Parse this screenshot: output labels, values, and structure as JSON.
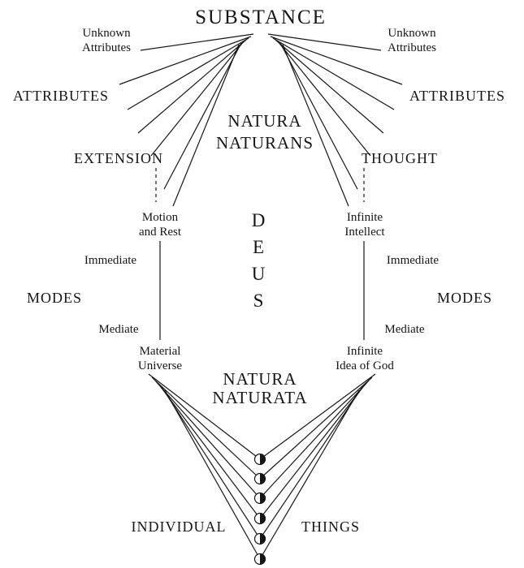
{
  "colors": {
    "ink": "#161616",
    "background": "#ffffff"
  },
  "diagram": {
    "substance": "SUBSTANCE",
    "natura_naturans": [
      "NATURA",
      "NATURANS"
    ],
    "natura_naturata": [
      "NATURA",
      "NATURATA"
    ],
    "deus": [
      "D",
      "E",
      "U",
      "S"
    ],
    "individual": "INDIVIDUAL",
    "things": "THINGS",
    "left": {
      "unknown_attributes": [
        "Unknown",
        "Attributes"
      ],
      "attributes": "ATTRIBUTES",
      "attribute_name": "EXTENSION",
      "infinite_mode_immediate": [
        "Motion",
        "and Rest"
      ],
      "immediate": "Immediate",
      "modes": "MODES",
      "mediate": "Mediate",
      "infinite_mode_mediate": [
        "Material",
        "Universe"
      ]
    },
    "right": {
      "unknown_attributes": [
        "Unknown",
        "Attributes"
      ],
      "attributes": "ATTRIBUTES",
      "attribute_name": "THOUGHT",
      "infinite_mode_immediate": [
        "Infinite",
        "Intellect"
      ],
      "immediate": "Immediate",
      "modes": "MODES",
      "mediate": "Mediate",
      "infinite_mode_mediate": [
        "Infinite",
        "Idea of God"
      ]
    }
  }
}
